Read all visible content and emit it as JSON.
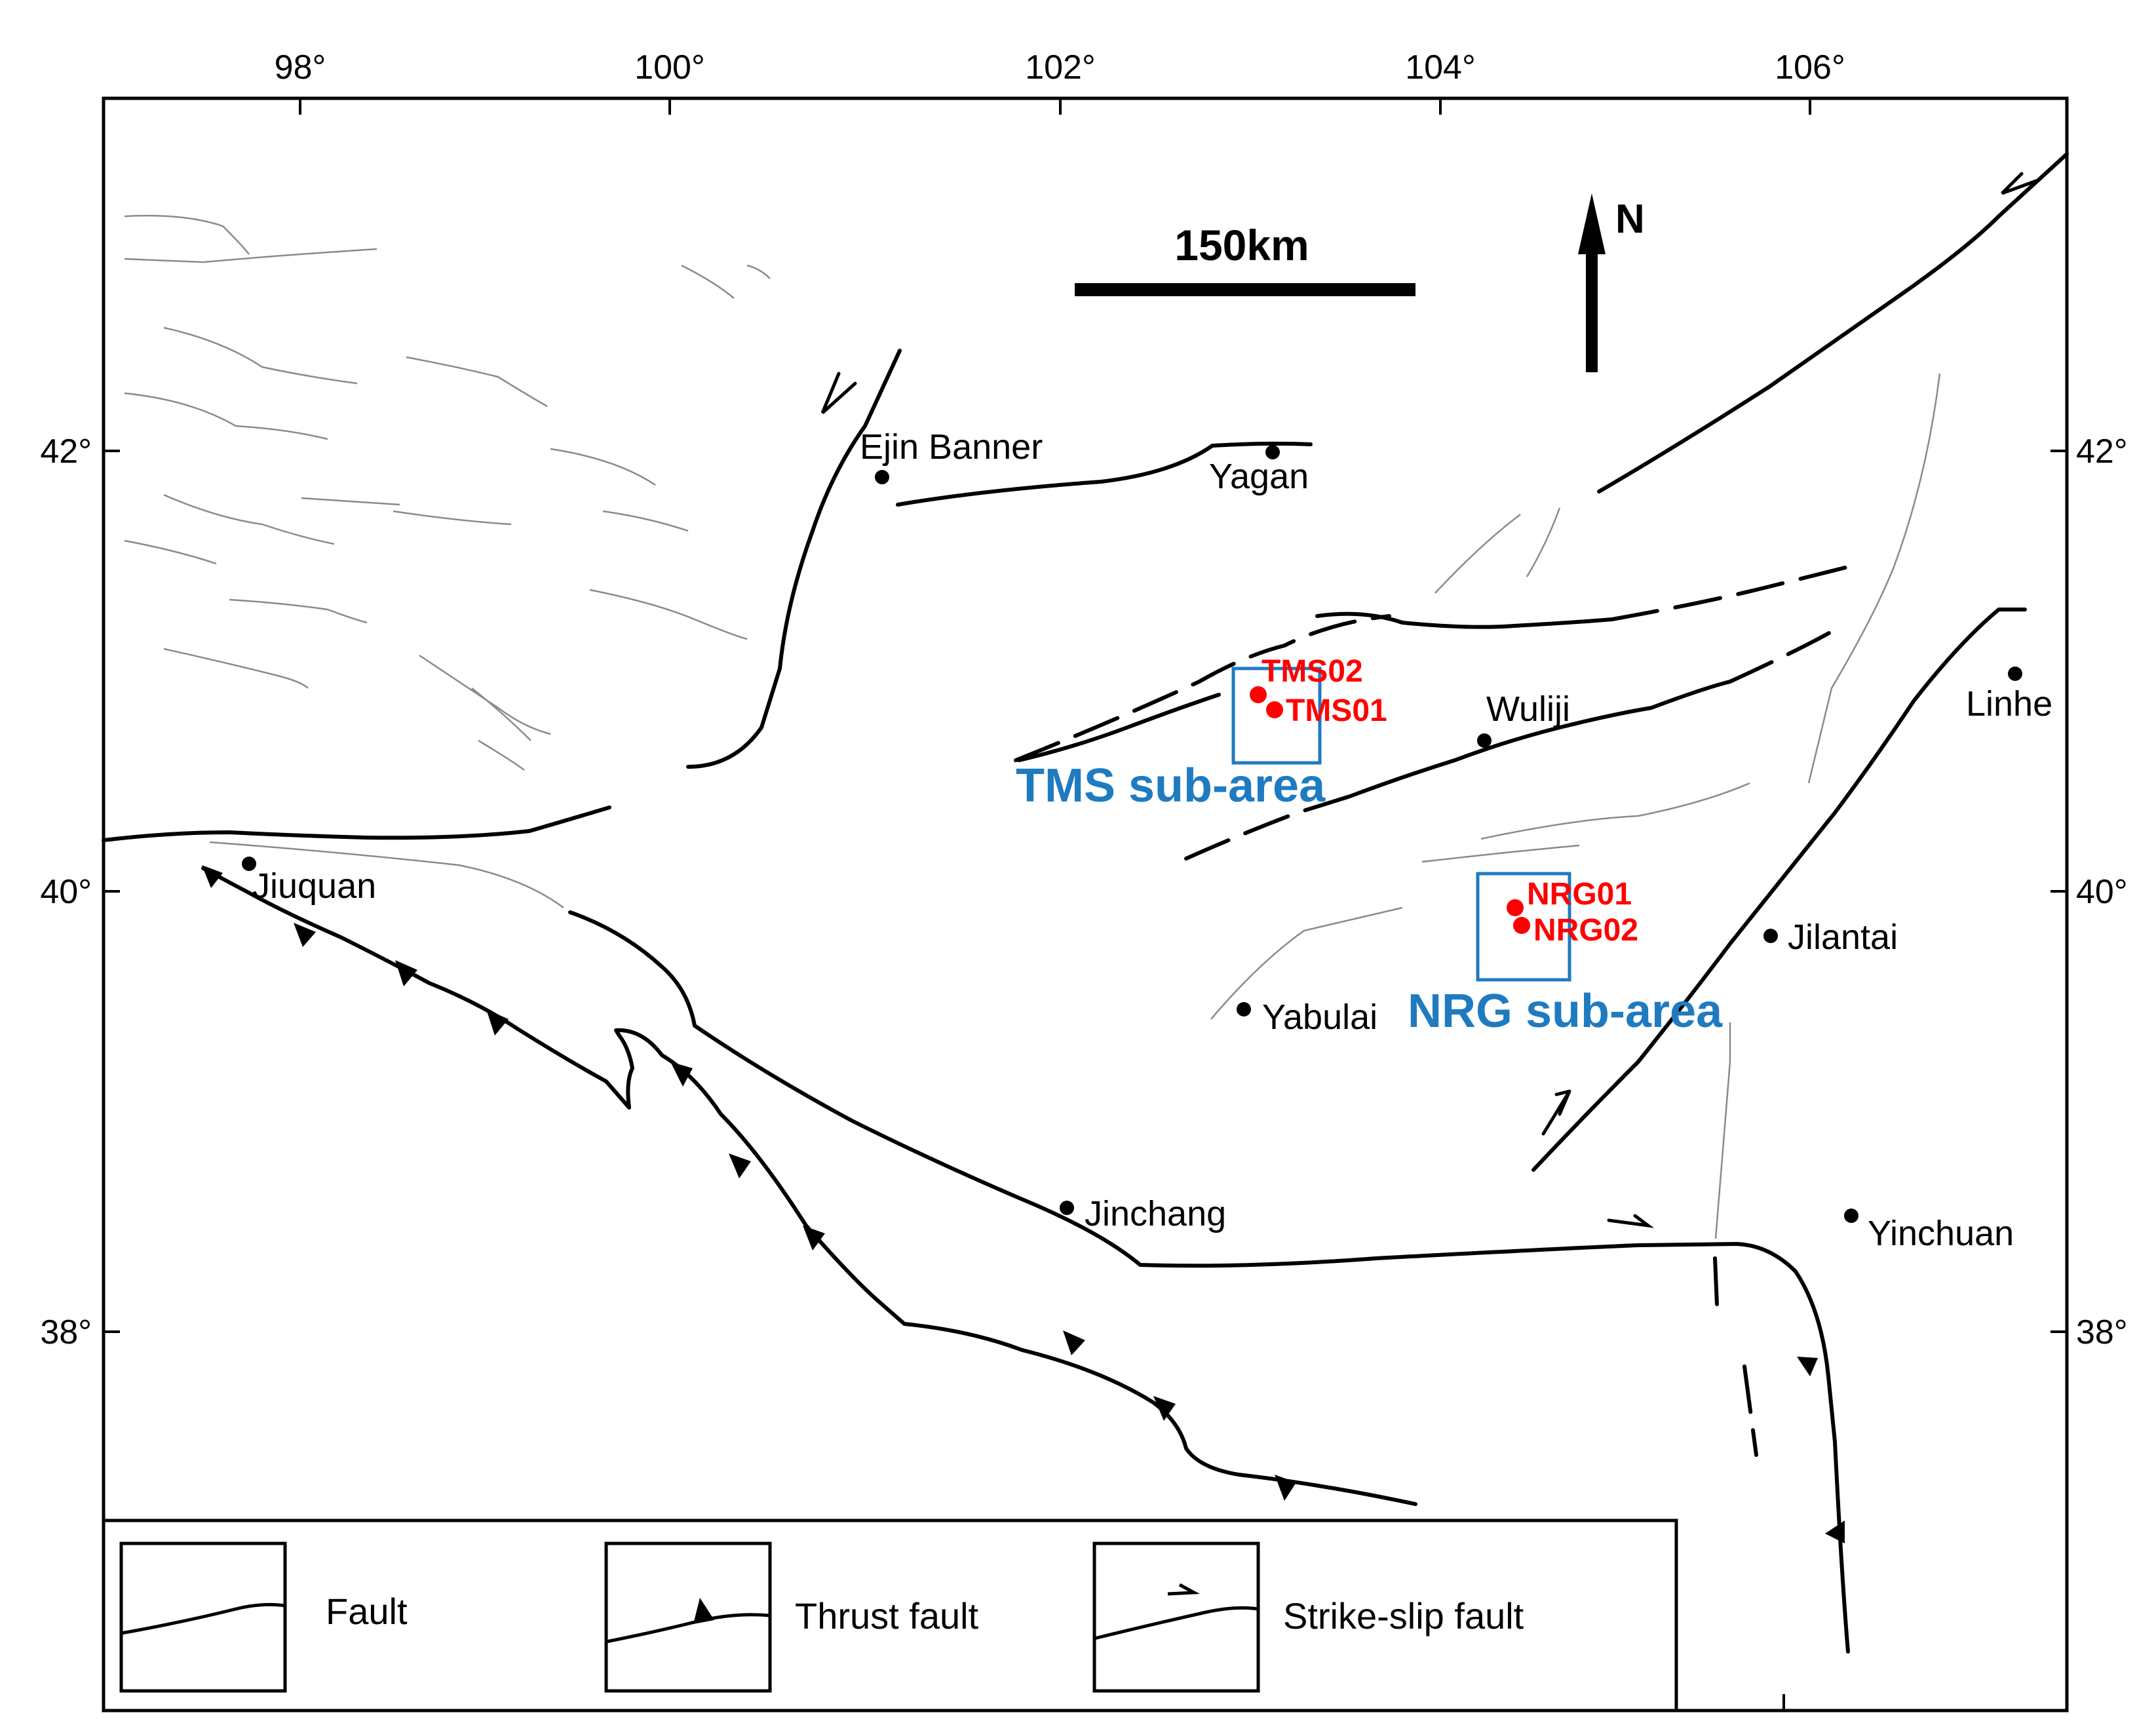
{
  "map": {
    "longitude_labels": [
      "98°",
      "100°",
      "102°",
      "104°",
      "106°"
    ],
    "latitude_labels_left": [
      "42°",
      "40°",
      "38°"
    ],
    "latitude_labels_right": [
      "42°",
      "40°",
      "38°"
    ],
    "scale_bar": {
      "label": "150km"
    },
    "north_arrow": {
      "label": "N"
    },
    "cities": [
      {
        "id": "ejin-banner",
        "name": "Ejin Banner"
      },
      {
        "id": "yagan",
        "name": "Yagan"
      },
      {
        "id": "wuliji",
        "name": "Wuliji"
      },
      {
        "id": "linhe",
        "name": "Linhe"
      },
      {
        "id": "jiuquan",
        "name": "Jiuquan"
      },
      {
        "id": "jilantai",
        "name": "Jilantai"
      },
      {
        "id": "yabulai",
        "name": "Yabulai"
      },
      {
        "id": "jinchang",
        "name": "Jinchang"
      },
      {
        "id": "yinchuan",
        "name": "Yinchuan"
      }
    ],
    "sites": [
      {
        "id": "tms02",
        "name": "TMS02"
      },
      {
        "id": "tms01",
        "name": "TMS01"
      },
      {
        "id": "nrg01",
        "name": "NRG01"
      },
      {
        "id": "nrg02",
        "name": "NRG02"
      }
    ],
    "sub_areas": [
      {
        "id": "tms",
        "name": "TMS sub-area"
      },
      {
        "id": "nrg",
        "name": "NRG sub-area"
      }
    ],
    "colors": {
      "site": "#ff0000",
      "sub_area": "#1f7bc0",
      "fault": "#000000",
      "minor_fault": "#8a8a8a"
    }
  },
  "legend": {
    "items": [
      {
        "id": "fault",
        "label": "Fault"
      },
      {
        "id": "thrust-fault",
        "label": "Thrust fault"
      },
      {
        "id": "strike-slip-fault",
        "label": "Strike-slip fault"
      }
    ]
  }
}
